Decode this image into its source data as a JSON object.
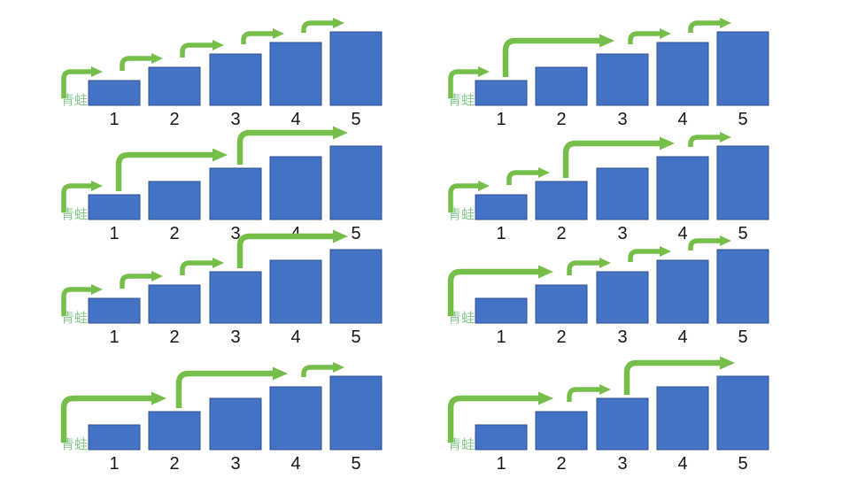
{
  "diagram": {
    "frog_label": "青蛙",
    "step_labels": [
      "1",
      "2",
      "3",
      "4",
      "5"
    ],
    "bar_heights": [
      28,
      43,
      58,
      71,
      83
    ],
    "colors": {
      "bar_fill": "#4472C4",
      "bar_border": "#2F528F",
      "arrow_green": "#76BE4A",
      "frog_label_green": "#85C98B",
      "number_black": "#171717",
      "background": "#ffffff"
    },
    "panels": [
      {
        "id": "panel-1",
        "row": 1,
        "col": 1,
        "jumps": [
          [
            0,
            1
          ],
          [
            1,
            2
          ],
          [
            2,
            3
          ],
          [
            3,
            4
          ],
          [
            4,
            5
          ]
        ]
      },
      {
        "id": "panel-2",
        "row": 1,
        "col": 2,
        "jumps": [
          [
            0,
            1
          ],
          [
            1,
            3
          ],
          [
            3,
            4
          ],
          [
            4,
            5
          ]
        ]
      },
      {
        "id": "panel-3",
        "row": 2,
        "col": 1,
        "jumps": [
          [
            0,
            1
          ],
          [
            1,
            3
          ],
          [
            3,
            5
          ]
        ]
      },
      {
        "id": "panel-4",
        "row": 2,
        "col": 2,
        "jumps": [
          [
            0,
            1
          ],
          [
            1,
            2
          ],
          [
            2,
            4
          ],
          [
            4,
            5
          ]
        ]
      },
      {
        "id": "panel-5",
        "row": 3,
        "col": 1,
        "jumps": [
          [
            0,
            1
          ],
          [
            1,
            2
          ],
          [
            2,
            3
          ],
          [
            3,
            5
          ]
        ]
      },
      {
        "id": "panel-6",
        "row": 3,
        "col": 2,
        "jumps": [
          [
            0,
            2
          ],
          [
            2,
            3
          ],
          [
            3,
            4
          ],
          [
            4,
            5
          ]
        ]
      },
      {
        "id": "panel-7",
        "row": 4,
        "col": 1,
        "jumps": [
          [
            0,
            2
          ],
          [
            2,
            4
          ],
          [
            4,
            5
          ]
        ]
      },
      {
        "id": "panel-8",
        "row": 4,
        "col": 2,
        "jumps": [
          [
            0,
            2
          ],
          [
            2,
            3
          ],
          [
            3,
            5
          ]
        ]
      }
    ]
  }
}
